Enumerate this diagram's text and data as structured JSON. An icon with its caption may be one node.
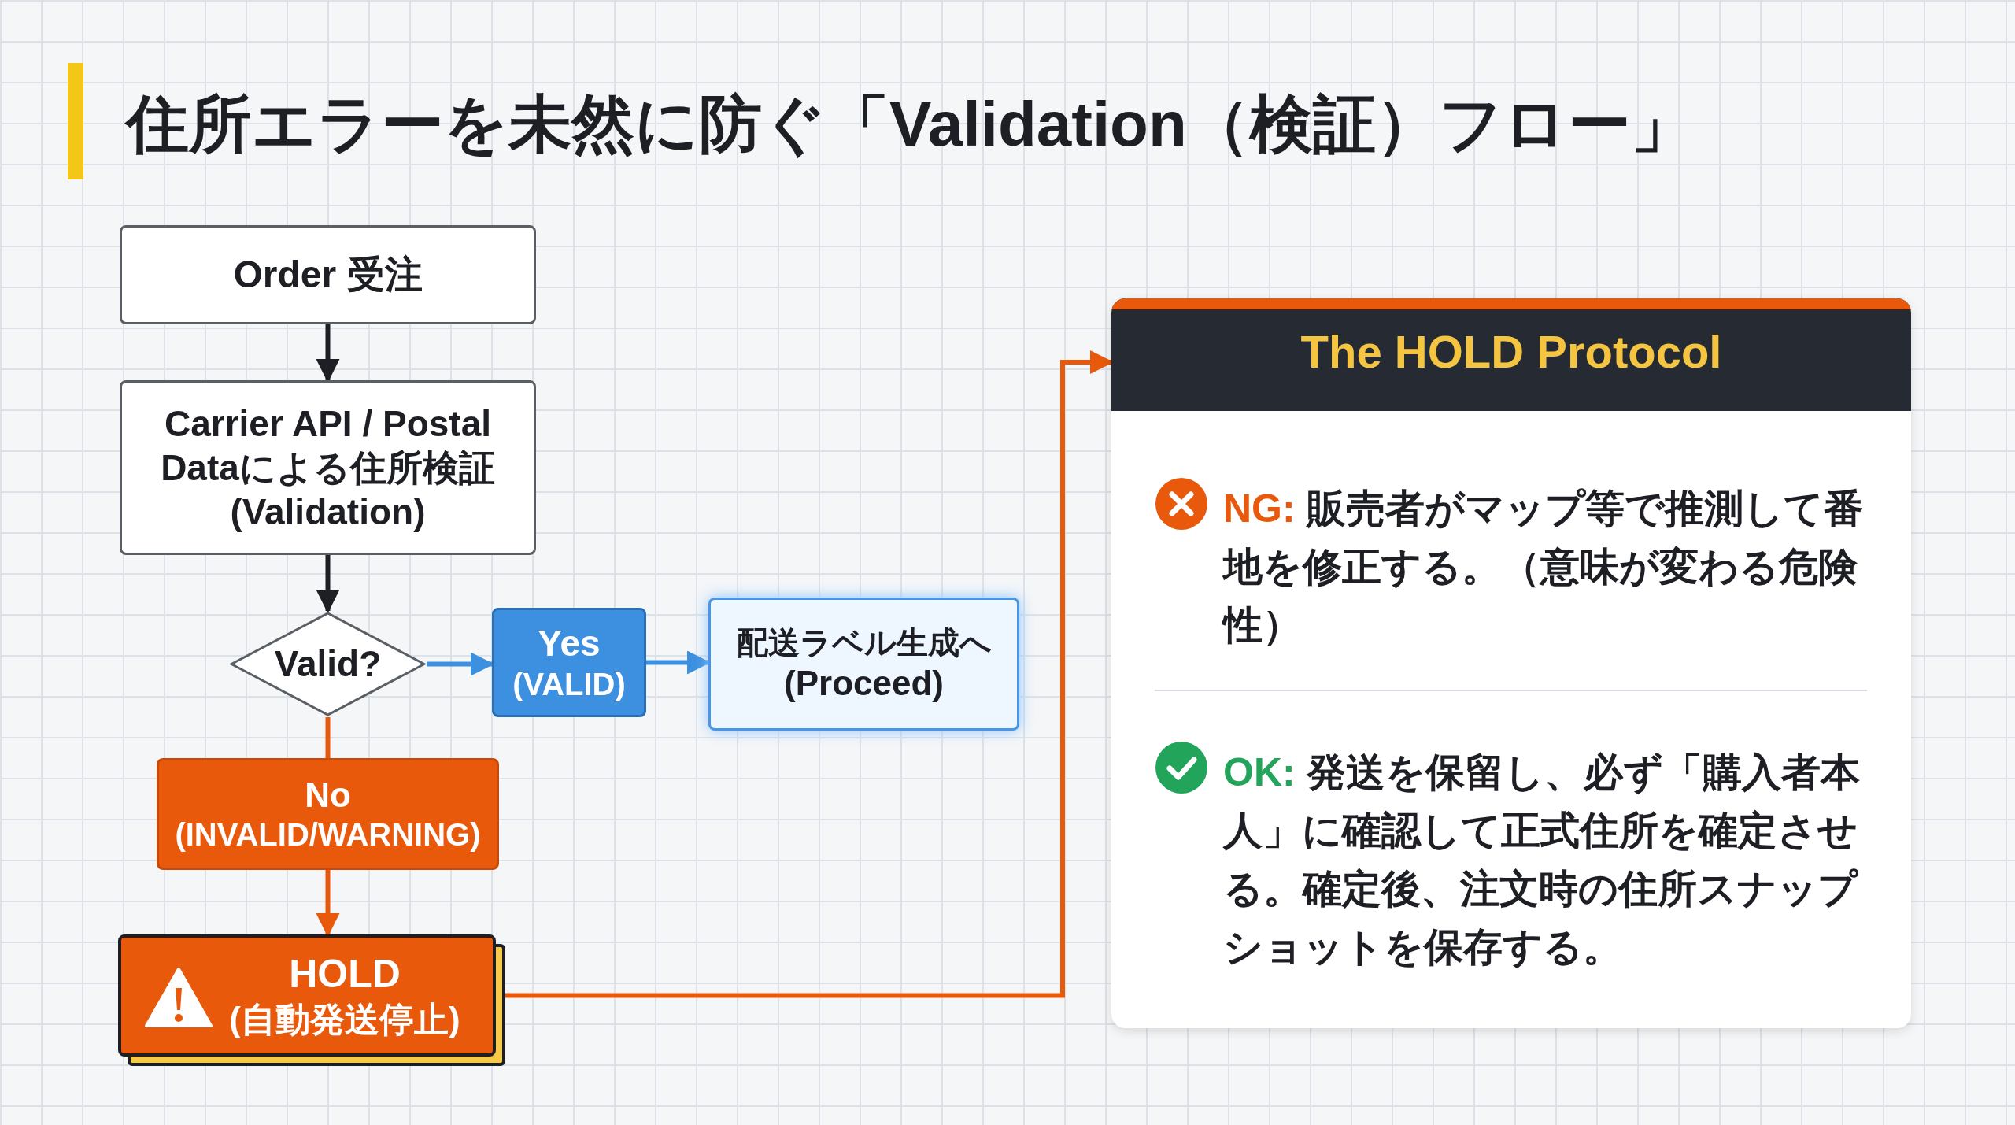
{
  "diagram": {
    "title": "住所エラーを未然に防ぐ「Validation（検証）フロー」",
    "nodes": [
      {
        "text": [
          "Order 受注"
        ]
      },
      {
        "text": [
          "Carrier API / Postal Dataによる住所検証 (Validation)"
        ]
      },
      {
        "text": [
          "Valid?"
        ]
      },
      {
        "text": [
          "Yes",
          "(VALID)"
        ]
      },
      {
        "text": [
          "配送ラベル生成へ",
          "(Proceed)"
        ]
      },
      {
        "text": [
          "No",
          "(INVALID/WARNING)"
        ]
      },
      {
        "text": [
          "HOLD",
          "(自動発送停止)"
        ]
      },
      {
        "text": [
          "The HOLD Protocol",
          "NG:",
          "販売者がマップ等で推測して番地を修正する。（意味が変わる危険性）",
          "OK:",
          "発送を保留し、必ず「購入者本人」に確認して正式住所を確定させる。確定後、注文時の住所スナップショットを保存する。"
        ]
      }
    ],
    "edges": [
      {
        "from": 0,
        "to": 1,
        "arrow": "to",
        "color": "#1d1f24"
      },
      {
        "from": 1,
        "to": 2,
        "arrow": "to",
        "color": "#1d1f24"
      },
      {
        "from": 2,
        "to": 3,
        "arrow": "to",
        "color": "#3d8fe0"
      },
      {
        "from": 3,
        "to": 4,
        "arrow": "to",
        "color": "#3d8fe0"
      },
      {
        "from": 2,
        "to": 5,
        "arrow": "none",
        "color": "#e8590c"
      },
      {
        "from": 5,
        "to": 6,
        "arrow": "to",
        "color": "#e8590c"
      },
      {
        "from": 6,
        "to": 7,
        "arrow": "to",
        "color": "#e8590c"
      }
    ]
  }
}
